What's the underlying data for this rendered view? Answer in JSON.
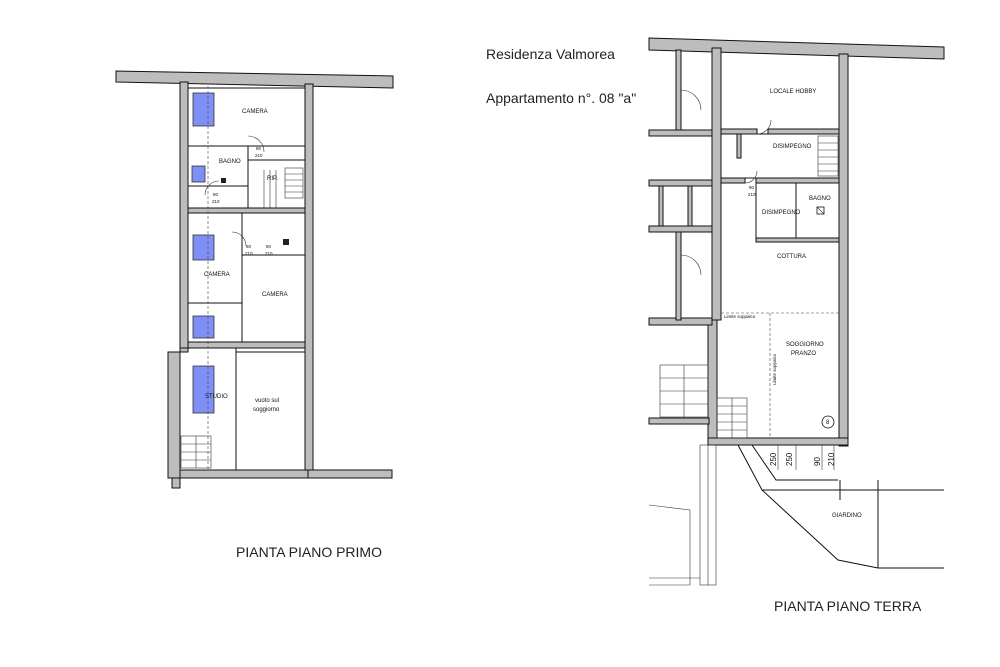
{
  "header": {
    "project_name": "Residenza Valmorea",
    "apartment": "Appartamento n°. 08 \"a\""
  },
  "first_floor": {
    "caption": "PIANTA PIANO PRIMO",
    "rooms": {
      "camera_top": "CAMERA",
      "bagno": "BAGNO",
      "rip": "RIP.",
      "camera_left": "CAMERA",
      "camera_right": "CAMERA",
      "studio": "STUDIO",
      "void_line1": "vuoto sul",
      "void_line2": "soggiorno"
    },
    "door_dims": {
      "d1_top": "80",
      "d1_bottom": "210",
      "d2_top": "80",
      "d2_bottom": "210",
      "d3_top": "80",
      "d3_bottom": "210",
      "d4_top": "80",
      "d4_bottom": "210"
    }
  },
  "ground_floor": {
    "caption": "PIANTA PIANO TERRA",
    "rooms": {
      "locale_hobby": "LOCALE HOBBY",
      "disimpegno_top": "DISIMPEGNO",
      "bagno": "BAGNO",
      "disimpegno_small": "DISIMPEGNO",
      "cottura": "COTTURA",
      "soggiorno": "SOGGIORNO",
      "pranzo": "PRANZO",
      "giardino": "GIARDINO",
      "limite_soppalco_h": "Limite soppalco",
      "limite_soppalco_v": "Limite soppalco",
      "unit_number": "8"
    },
    "dims": {
      "a": "250",
      "b": "250",
      "c": "90",
      "d": "210",
      "door_top": "80",
      "door_bottom": "210"
    }
  }
}
